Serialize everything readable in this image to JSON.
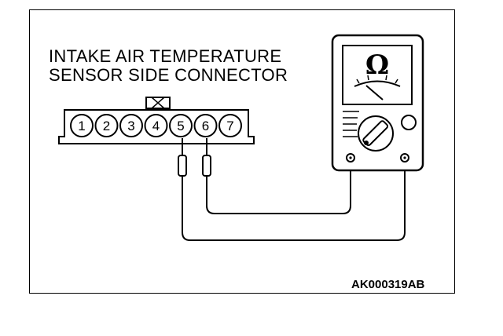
{
  "title": {
    "line1": "INTAKE AIR TEMPERATURE",
    "line2": "SENSOR SIDE CONNECTOR"
  },
  "connector": {
    "pins": [
      "1",
      "2",
      "3",
      "4",
      "5",
      "6",
      "7"
    ],
    "probed_pins": [
      "5",
      "6"
    ]
  },
  "meter": {
    "symbol": "Ω",
    "icon": "ohmmeter-icon"
  },
  "figure_code": "AK000319AB"
}
